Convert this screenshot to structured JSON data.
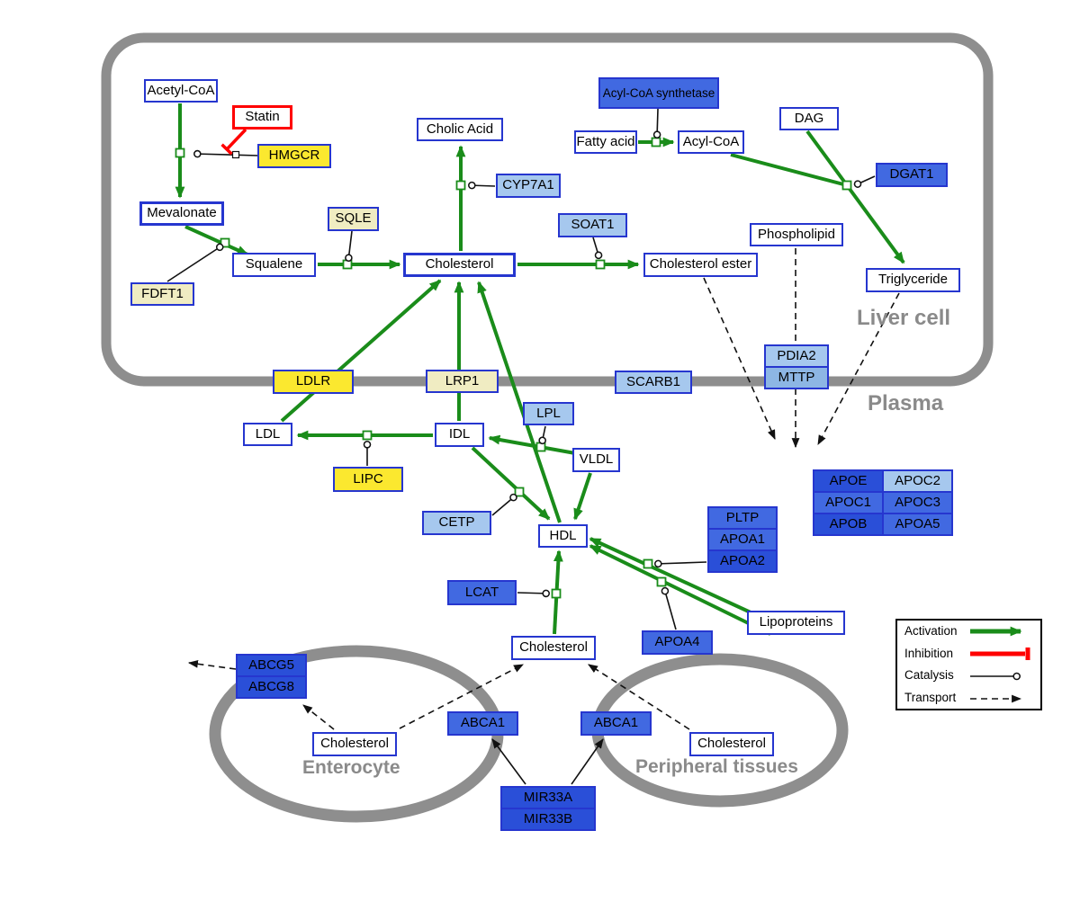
{
  "regions": {
    "liver_cell": "Liver cell",
    "plasma": "Plasma",
    "enterocyte": "Enterocyte",
    "peripheral": "Peripheral tissues"
  },
  "legend": {
    "activation": "Activation",
    "inhibition": "Inhibition",
    "catalysis": "Catalysis",
    "transport": "Transport"
  },
  "nodes": {
    "acetyl_coa": "Acetyl-CoA",
    "statin": "Statin",
    "hmgcr": "HMGCR",
    "mevalonate": "Mevalonate",
    "fdft1": "FDFT1",
    "squalene": "Squalene",
    "sqle": "SQLE",
    "cholesterol_liver": "Cholesterol",
    "cholic_acid": "Cholic Acid",
    "cyp7a1": "CYP7A1",
    "soat1": "SOAT1",
    "cholesterol_ester": "Cholesterol ester",
    "acyl_coa_synthetase": "Acyl-CoA synthetase",
    "fatty_acid": "Fatty acid",
    "acyl_coa": "Acyl-CoA",
    "dag": "DAG",
    "dgat1": "DGAT1",
    "phospholipid": "Phospholipid",
    "triglyceride": "Triglyceride",
    "pdia2": "PDIA2",
    "mttp": "MTTP",
    "ldlr": "LDLR",
    "lrp1": "LRP1",
    "scarb1": "SCARB1",
    "ldl": "LDL",
    "idl": "IDL",
    "lpl": "LPL",
    "vldl": "VLDL",
    "lipc": "LIPC",
    "cetp": "CETP",
    "hdl": "HDL",
    "lcat": "LCAT",
    "pltp": "PLTP",
    "apoa1": "APOA1",
    "apoa2": "APOA2",
    "apoa4": "APOA4",
    "lipoproteins": "Lipoproteins",
    "apoe": "APOE",
    "apoc2": "APOC2",
    "apoc1": "APOC1",
    "apoc3": "APOC3",
    "apob": "APOB",
    "apoa5": "APOA5",
    "cholesterol_plasma": "Cholesterol",
    "abcg5": "ABCG5",
    "abcg8": "ABCG8",
    "cholesterol_enterocyte": "Cholesterol",
    "abca1_left": "ABCA1",
    "abca1_right": "ABCA1",
    "cholesterol_peripheral": "Cholesterol",
    "mir33a": "MIR33A",
    "mir33b": "MIR33B"
  },
  "colors": {
    "activation_green": "#1a8c1a",
    "inhibition_red": "#ff0000",
    "membrane_gray": "#8e8e8e",
    "node_border_blue": "#2636cf",
    "highlight_yellow": "#fbe82f",
    "pale_yellow": "#f0ecc2",
    "light_blue": "#a6c8ee",
    "medium_blue": "#4169e1",
    "dark_blue": "#2a4fd8"
  }
}
